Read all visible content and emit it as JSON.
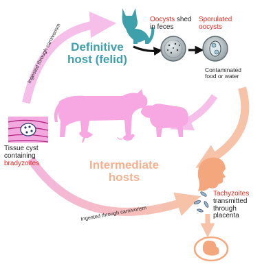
{
  "definitive_host": {
    "line1": "Definitive",
    "line2": "host (felid)"
  },
  "oocysts": {
    "highlight": "Oocysts",
    "rest": " shed",
    "line2": "in feces"
  },
  "sporulated": {
    "line1": "Sporulated",
    "line2": "oocysts"
  },
  "contaminated": {
    "line1": "Contaminated",
    "line2": "food or water"
  },
  "tissue_cyst": {
    "line1": "Tissue cyst",
    "line2": "containing",
    "highlight": "bradyzoites"
  },
  "intermediate_hosts": {
    "line1": "Intermediate",
    "line2": "hosts"
  },
  "tachyzoites": {
    "highlight": "Tachyzoites",
    "line2": "transmitted",
    "line3": "through",
    "line4": "placenta"
  },
  "arrows": {
    "top_label": "Ingested through carnivorism",
    "bottom_label": "Ingested through carnivorism"
  },
  "colors": {
    "teal": "#3ea0aa",
    "pink": "#f7a8e3",
    "peach": "#f4b08f",
    "red": "#e32922"
  }
}
